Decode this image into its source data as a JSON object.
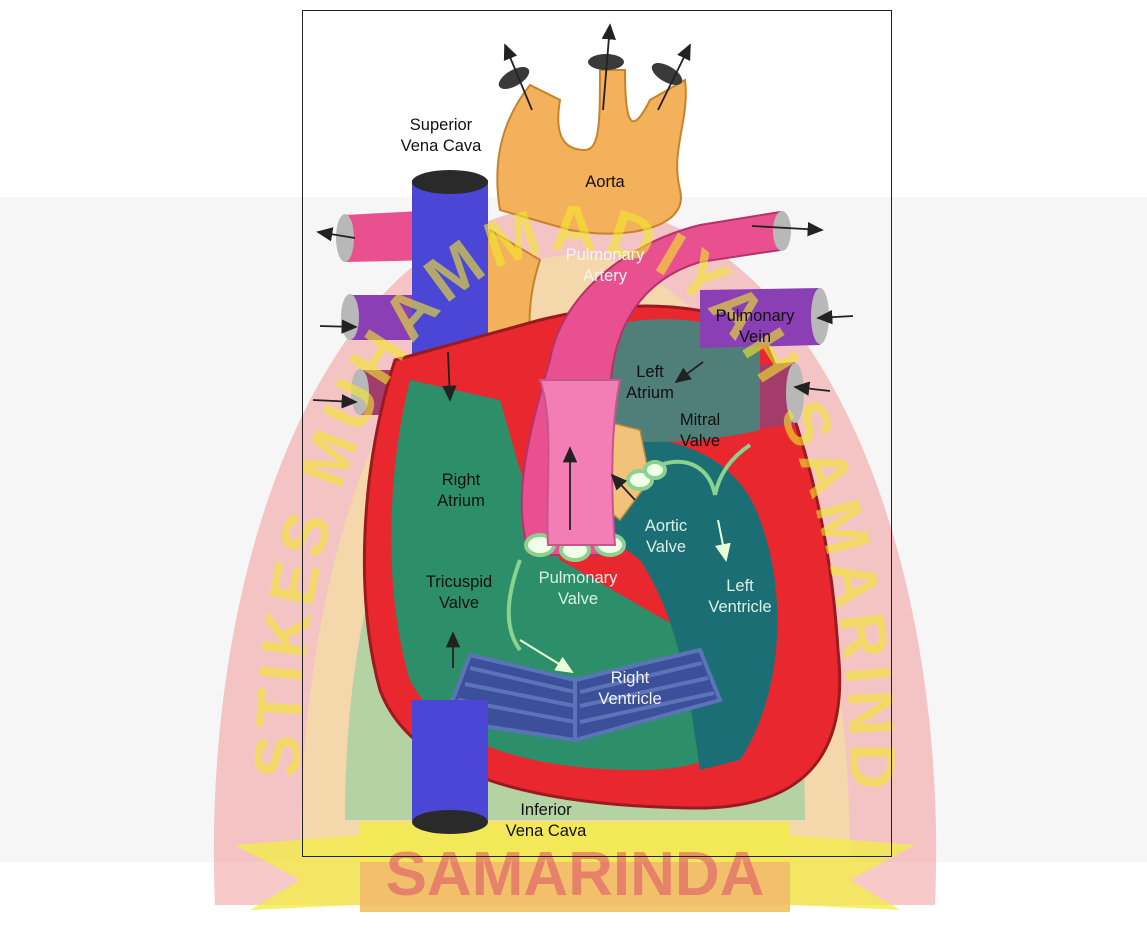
{
  "labels": {
    "superior_vena_cava": [
      "Superior",
      "Vena Cava"
    ],
    "aorta": "Aorta",
    "pulmonary_artery": [
      "Pulmonary",
      "Artery"
    ],
    "pulmonary_vein": [
      "Pulmonary",
      "Vein"
    ],
    "left_atrium": [
      "Left",
      "Atrium"
    ],
    "mitral_valve": [
      "Mitral",
      "Valve"
    ],
    "right_atrium": [
      "Right",
      "Atrium"
    ],
    "aortic_valve": [
      "Aortic",
      "Valve"
    ],
    "tricuspid_valve": [
      "Tricuspid",
      "Valve"
    ],
    "pulmonary_valve": [
      "Pulmonary",
      "Valve"
    ],
    "left_ventricle": [
      "Left",
      "Ventricle"
    ],
    "right_ventricle": [
      "Right",
      "Ventricle"
    ],
    "inferior_vena_cava": [
      "Inferior",
      "Vena Cava"
    ]
  },
  "watermark": {
    "arc_text": "STIKES MUHAMMADIYAH SAMARINDA",
    "ribbon_text": "SAMARINDA"
  },
  "colors": {
    "aorta": "#f2b15a",
    "pulmonary_artery": "#e8508f",
    "vena_cava": "#4b46d6",
    "pulmonary_vein": "#8a3fb5",
    "myocardium": "#e8272e",
    "ventricle_interior": "#1b6f74",
    "watermark_red": "#e05a6a",
    "watermark_yellow": "#f3ea2c",
    "watermark_green": "#3cbf7a"
  }
}
